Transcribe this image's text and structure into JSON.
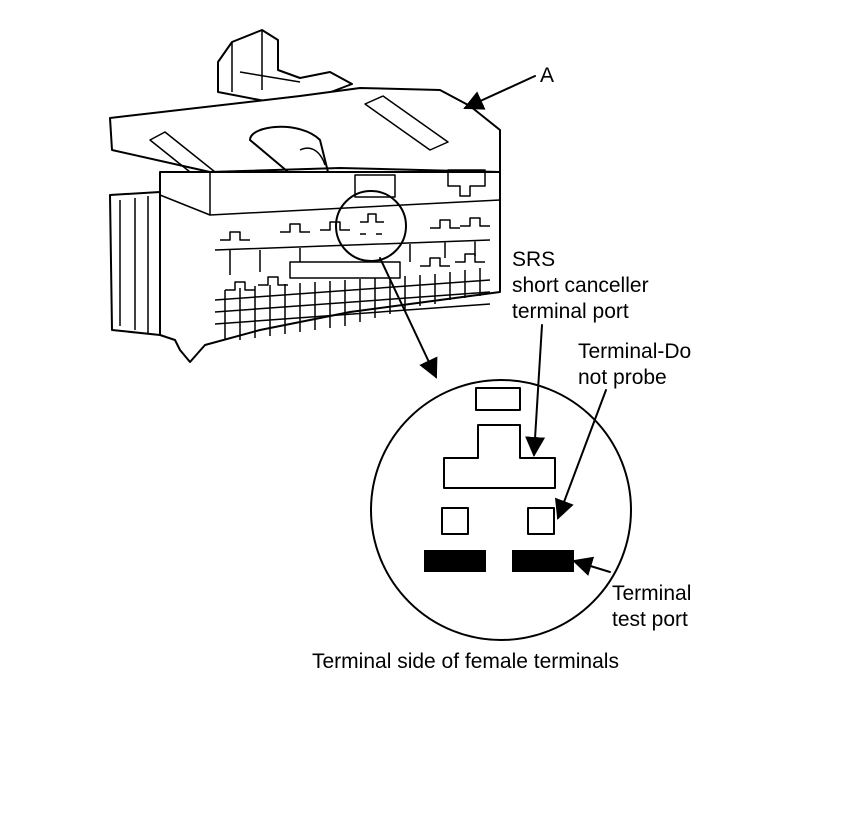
{
  "labels": {
    "part_a": "A",
    "srs_line1": "SRS",
    "srs_line2": "short canceller",
    "srs_line3": "terminal port",
    "do_not_probe_line1": "Terminal-Do",
    "do_not_probe_line2": "not probe",
    "test_port_line1": "Terminal",
    "test_port_line2": "test port",
    "caption": "Terminal side of female terminals"
  }
}
